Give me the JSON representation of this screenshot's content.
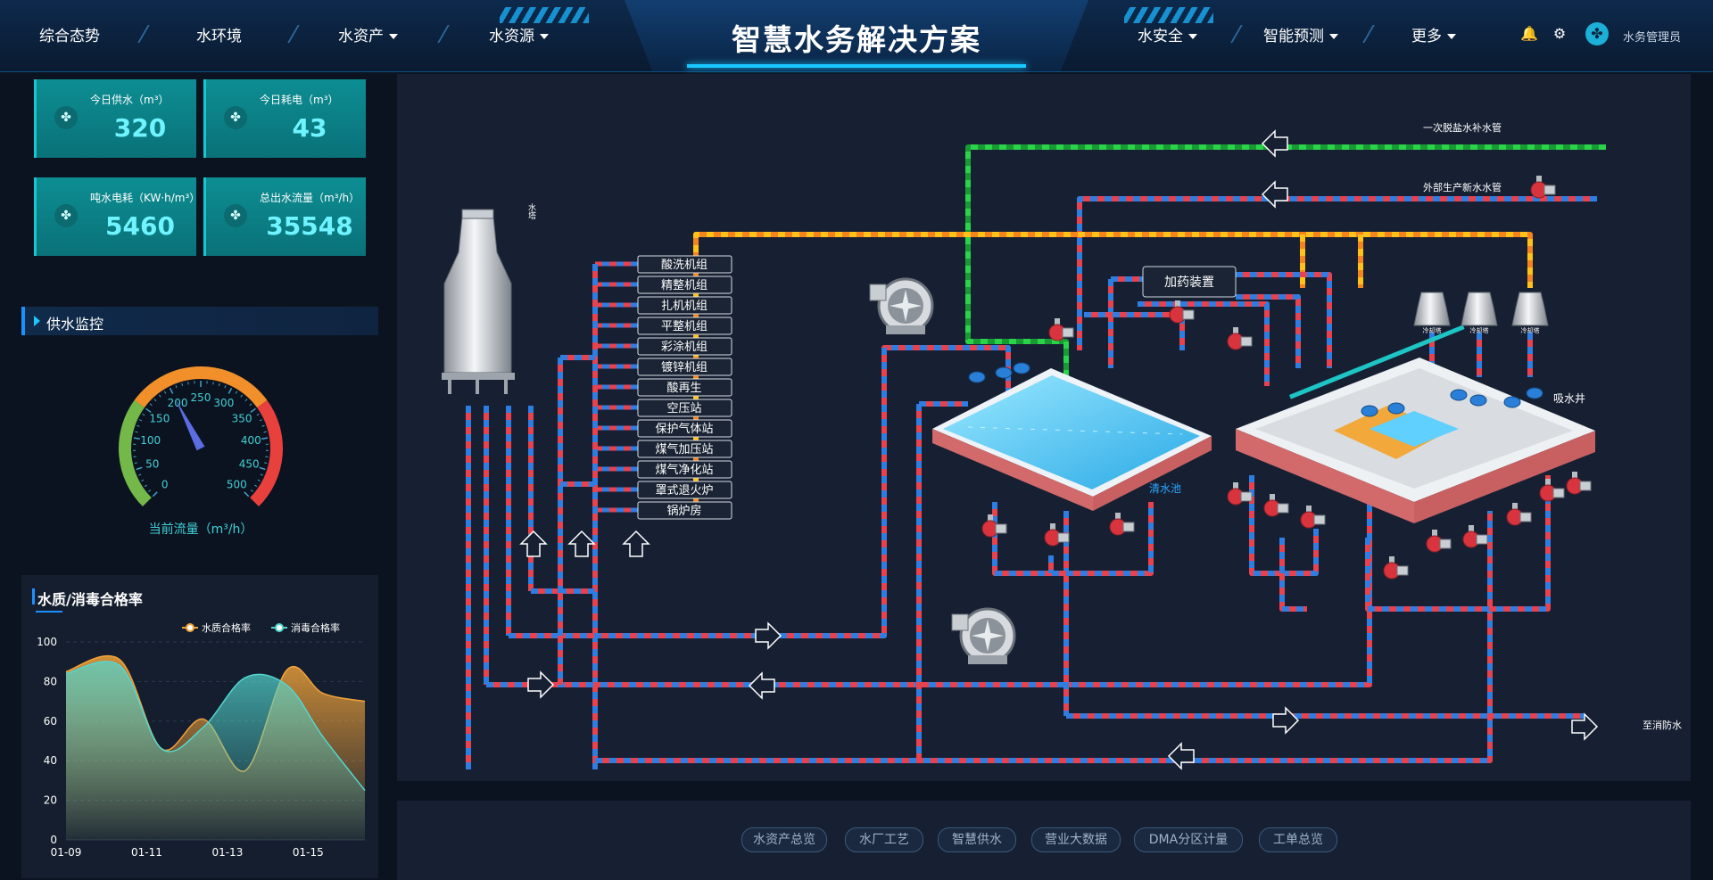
{
  "header": {
    "title": "智慧水务解决方案",
    "nav_left": [
      {
        "label": "综合态势",
        "has_caret": false
      },
      {
        "label": "水环境",
        "has_caret": false
      },
      {
        "label": "水资产",
        "has_caret": true
      },
      {
        "label": "水资源",
        "has_caret": true
      }
    ],
    "nav_right": [
      {
        "label": "水安全",
        "has_caret": true
      },
      {
        "label": "智能预测",
        "has_caret": true
      },
      {
        "label": "更多",
        "has_caret": true
      }
    ],
    "user_name": "水务管理员"
  },
  "kpis": [
    {
      "label": "今日供水（m³）",
      "value": "320"
    },
    {
      "label": "今日耗电（m³）",
      "value": "43"
    },
    {
      "label": "吨水电耗（KW·h/m³）",
      "value": "5460"
    },
    {
      "label": "总出水流量（m³/h）",
      "value": "35548"
    }
  ],
  "gauge": {
    "title": "供水监控",
    "caption": "当前流量（m³/h）",
    "min": 0,
    "max": 500,
    "value": 200,
    "ticks": [
      "0",
      "50",
      "100",
      "150",
      "200",
      "250",
      "300",
      "350",
      "400",
      "450",
      "500"
    ]
  },
  "quality": {
    "title": "水质/消毒合格率",
    "chart_data": {
      "type": "area",
      "categories": [
        "01-09",
        "01-11",
        "01-13",
        "01-15"
      ],
      "yticks": [
        "0",
        "20",
        "40",
        "60",
        "80",
        "100"
      ],
      "ylim": [
        0,
        100
      ],
      "legend": "top-right",
      "series": [
        {
          "name": "水质合格率",
          "color": "#f2a33a",
          "x": [
            0,
            1.8,
            3.2,
            4.6,
            6,
            7.4,
            8.6,
            10
          ],
          "values": [
            85,
            91,
            46,
            61,
            35,
            86,
            74,
            70
          ]
        },
        {
          "name": "消毒合格率",
          "color": "#53d6cf",
          "x": [
            0,
            1.8,
            3.2,
            4.6,
            6,
            7.4,
            8.6,
            10
          ],
          "values": [
            84,
            88,
            46,
            57,
            82,
            78,
            52,
            25
          ]
        }
      ],
      "x_tick_positions": [
        0,
        2.7,
        5.4,
        8.1
      ],
      "x_range": [
        0,
        10
      ]
    }
  },
  "diagram": {
    "labels": {
      "tower": "水塔",
      "desalt_pipe": "一次脱盐水补水管",
      "ext_pipe": "外部生产新水水管",
      "dosing": "加药装置",
      "clear_pool": "清水池",
      "suction_well": "吸水井",
      "fire": "至消防水",
      "cooling": "冷却塔"
    },
    "units": [
      "酸洗机组",
      "精整机组",
      "扎机机组",
      "平整机组",
      "彩涂机组",
      "镀锌机组",
      "酸再生",
      "空压站",
      "保护气体站",
      "煤气加压站",
      "煤气净化站",
      "罩式退火炉",
      "锅炉房"
    ]
  },
  "tabs": [
    "水资产总览",
    "水厂工艺",
    "智慧供水",
    "营业大数据",
    "DMA分区计量",
    "工单总览"
  ],
  "colors": {
    "pipe_red": "#e8424f",
    "pipe_blue": "#2f7de0",
    "pipe_yellow": "#ffc11a",
    "pipe_orange": "#f5841e",
    "pipe_green": "#2bd34a",
    "kpi_value": "#6ff4ff"
  }
}
